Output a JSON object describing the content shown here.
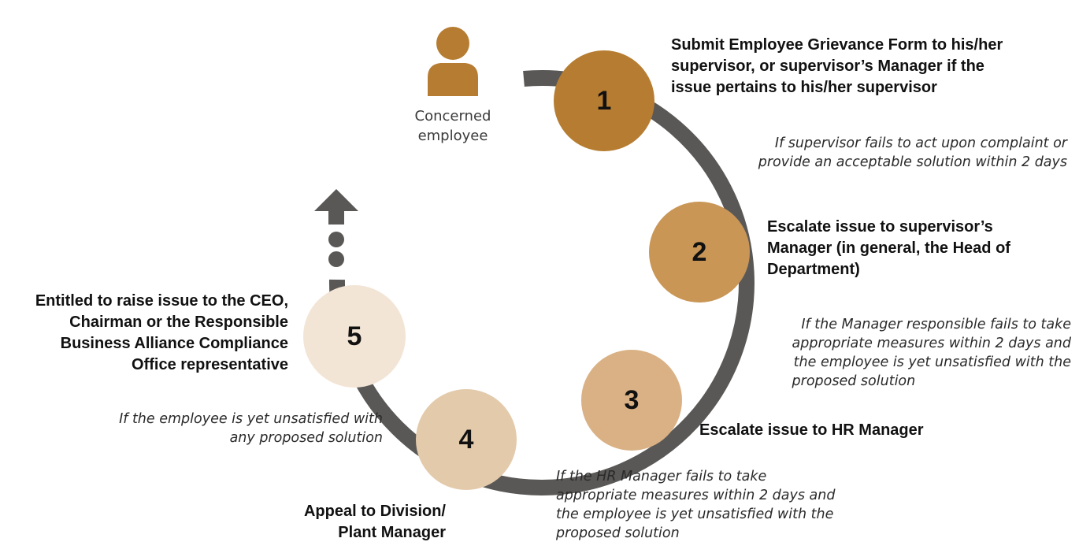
{
  "actor": {
    "icon": "person-icon",
    "label_lines": [
      "Concerned",
      "employee"
    ]
  },
  "steps": [
    {
      "number": "1",
      "color": "#B67D32",
      "title_lines": [
        "Submit Employee Grievance Form to his/her",
        "supervisor, or supervisor’s Manager if the",
        "issue pertains to his/her supervisor"
      ]
    },
    {
      "number": "2",
      "color": "#C99656",
      "title_lines": [
        "Escalate issue to supervisor’s",
        "Manager (in general, the Head of",
        "Department)"
      ]
    },
    {
      "number": "3",
      "color": "#D9B184",
      "title_lines": [
        "Escalate issue to HR Manager"
      ]
    },
    {
      "number": "4",
      "color": "#E3CAAB",
      "title_lines": [
        "Appeal to Division/",
        "Plant Manager"
      ]
    },
    {
      "number": "5",
      "color": "#F3E5D5",
      "title_lines": [
        "Entitled to raise issue to the CEO,",
        "Chairman or the Responsible",
        "Business Alliance Compliance",
        "Office representative"
      ]
    }
  ],
  "conditions": [
    {
      "lines": [
        "If supervisor fails to act upon complaint or",
        "provide an acceptable solution within 2 days"
      ]
    },
    {
      "lines": [
        "If the Manager responsible fails to take",
        "appropriate measures within 2 days and",
        "the employee is yet unsatisfied with the",
        "proposed solution"
      ]
    },
    {
      "lines": [
        "If the HR Manager fails to take",
        "appropriate measures within 2 days and",
        "the employee is yet unsatisfied with the",
        "proposed solution"
      ]
    },
    {
      "lines": [
        "If the employee is yet unsatisfied with",
        "any proposed solution"
      ]
    }
  ],
  "colors": {
    "arc": "#5A5856",
    "actor_icon": "#B67D32",
    "text": "#111111"
  }
}
